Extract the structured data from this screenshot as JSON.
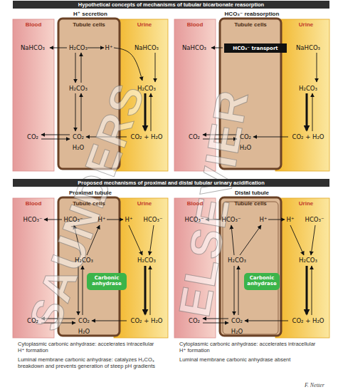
{
  "diagram": {
    "nodes": [
      {
        "text": [
          "Hypothetical concepts of mechanisms of tubular bicarbonate reasorption"
        ]
      },
      {
        "text": [
          "H⁺ secretion"
        ]
      },
      {
        "text": [
          "Blood"
        ],
        "in": 1
      },
      {
        "text": [
          "Tubule cells"
        ],
        "in": 1
      },
      {
        "text": [
          "Urine"
        ],
        "in": 1
      },
      {
        "text": [
          "HCO₃⁻ reabsorption"
        ]
      },
      {
        "text": [
          "Blood"
        ],
        "in": 5
      },
      {
        "text": [
          "Tubule cells"
        ],
        "in": 5
      },
      {
        "text": [
          "Urine"
        ],
        "in": 5
      },
      {
        "text": [
          "HCO₃⁻ transport"
        ],
        "in": 5
      },
      {
        "text": [
          "Proposed mechanisms of proximal and distal tubular urinary acidification"
        ]
      },
      {
        "text": [
          "Proximal tubule"
        ]
      },
      {
        "text": [
          "Blood"
        ],
        "in": 11
      },
      {
        "text": [
          "Tubule cells"
        ],
        "in": 11
      },
      {
        "text": [
          "Urine"
        ],
        "in": 11
      },
      {
        "text": [
          "Carbonic anhydrase"
        ],
        "in": 11
      },
      {
        "text": [
          "Distal tubule"
        ]
      },
      {
        "text": [
          "Blood"
        ],
        "in": 16
      },
      {
        "text": [
          "Tubule cells"
        ],
        "in": 16
      },
      {
        "text": [
          "Urine"
        ],
        "in": 16
      },
      {
        "text": [
          "Carbonic anhydrase"
        ],
        "in": 18
      }
    ],
    "labels": [
      "NaHCO₃",
      "H₂CO₃",
      "H⁺",
      "NaHCO₃",
      "H₂CO₃",
      "H₂CO₃",
      "CO₂",
      "CO₂",
      "H₂O",
      "CO₂ + H₂O",
      "NaHCO₃",
      "NaHCO₃",
      "H₂CO₃",
      "CO₂",
      "CO₂",
      "H₂O",
      "CO₂ + H₂O",
      "HCO₃⁻",
      "HCO₃⁻",
      "H⁺",
      "H⁺",
      "HCO₃⁻",
      "H₂CO₃",
      "H₂CO₃",
      "CO₂",
      "CO₂",
      "H₂O",
      "CO₂ + H₂O",
      "HCO₃⁻",
      "HCO₃⁻",
      "H⁺",
      "H⁺",
      "HCO₃⁻",
      "H₂CO₃",
      "H₂CO₃",
      "CO₂",
      "CO₂",
      "H₂O",
      "CO₂ + H₂O",
      "Cytoplasmic carbonic anhydrase: accelerates intracellular H⁺ formation",
      "Luminal membrane carbonic anhydrase: catalyzes H₂CO₃ breakdown and prevents generation of steep pH gradients",
      "Cytoplasmic carbonic anhydrase: accelerates intracellular H⁺ formation",
      "Luminal membrane carbonic anhydrase absent",
      "SAUNDERS",
      "ELSEVIER",
      "F. Netter"
    ]
  }
}
